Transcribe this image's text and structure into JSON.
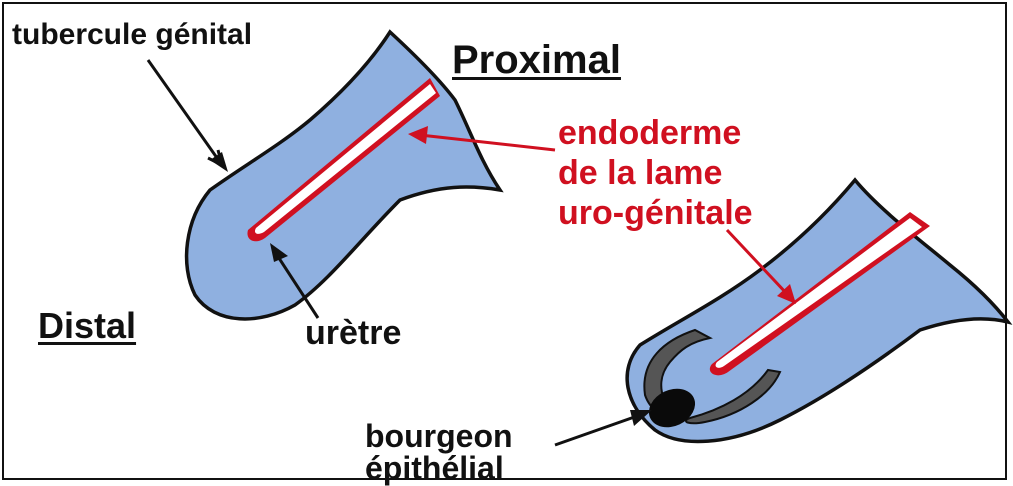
{
  "labels": {
    "tubercule": "tubercule génital",
    "proximal": "Proximal",
    "distal": "Distal",
    "uretre": "urètre",
    "endoderme_line1": "endoderme",
    "endoderme_line2": "de la lame",
    "endoderme_line3": "uro-génitale",
    "bourgeon_line1": "bourgeon",
    "bourgeon_line2": "épithélial"
  },
  "colors": {
    "tissue": "#8fb0e0",
    "outline": "#111111",
    "endoderm": "#d01020",
    "lumen": "#ffffff"
  }
}
